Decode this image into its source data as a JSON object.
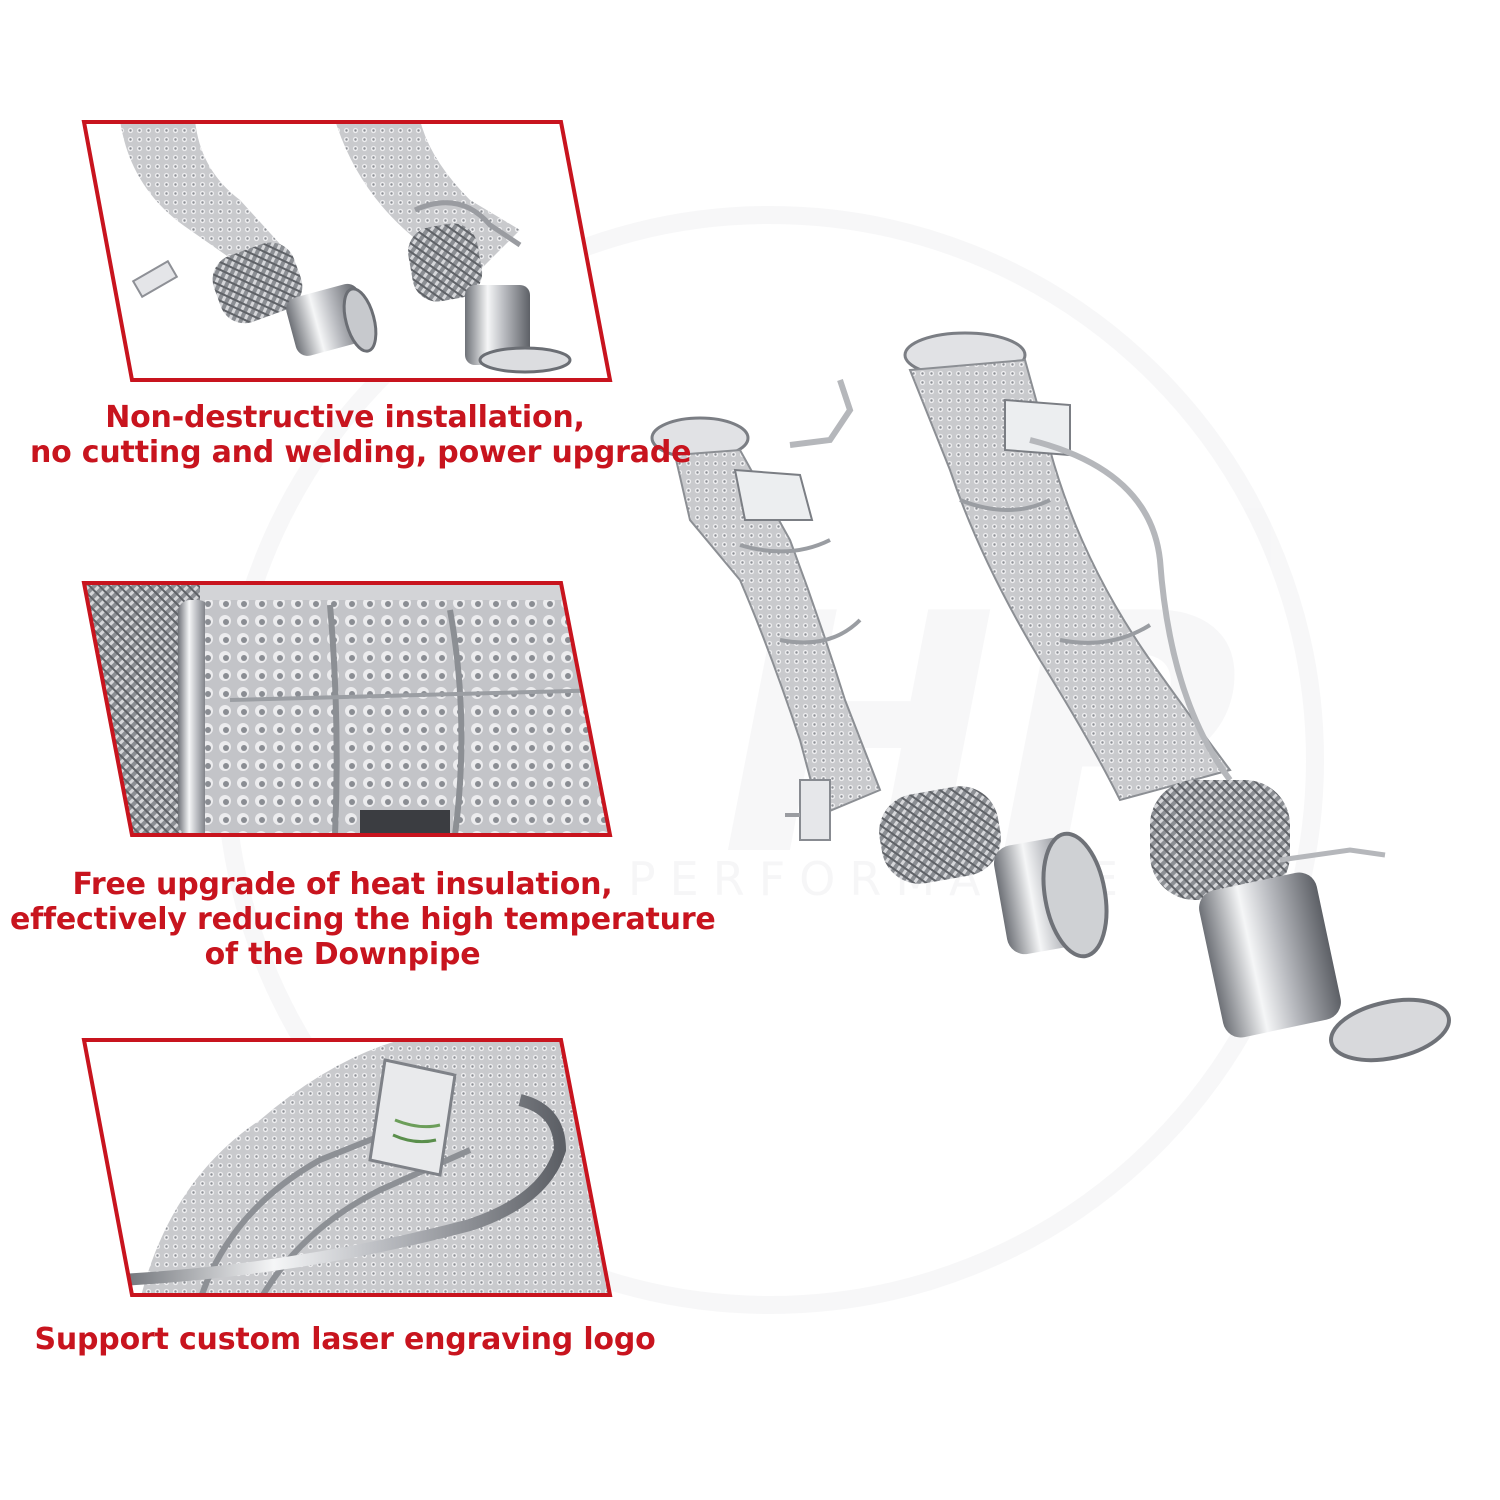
{
  "brand": {
    "accent_color": "#c8141e",
    "watermark_letters": "HP",
    "watermark_word": "PERFORMANCE"
  },
  "features": [
    {
      "image": "downpipe-flex-joint-closeup",
      "caption_lines": [
        "Non-destructive installation,",
        "no cutting and welding, power upgrade"
      ]
    },
    {
      "image": "heat-insulation-wrap-closeup",
      "caption_lines": [
        "Free upgrade of heat insulation,",
        "effectively reducing the high temperature",
        "of the Downpipe"
      ]
    },
    {
      "image": "laser-engraving-plate-closeup",
      "caption_lines": [
        "Support custom laser engraving logo"
      ]
    }
  ],
  "product": {
    "image": "pair-of-heat-wrapped-downpipes"
  }
}
